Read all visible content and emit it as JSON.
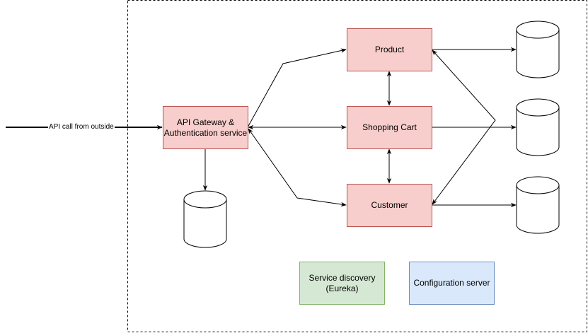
{
  "diagram": {
    "external_label": "API call from outside",
    "nodes": {
      "gateway": "API Gateway & Authentication service",
      "product": "Product",
      "cart": "Shopping Cart",
      "customer": "Customer",
      "discovery": "Service discovery (Eureka)",
      "config": "Configuration server"
    },
    "colors": {
      "service_fill": "#f8cecc",
      "service_stroke": "#b85450",
      "discovery_fill": "#d5e8d4",
      "discovery_stroke": "#82b366",
      "config_fill": "#dae8fc",
      "config_stroke": "#6c8ebf"
    }
  }
}
